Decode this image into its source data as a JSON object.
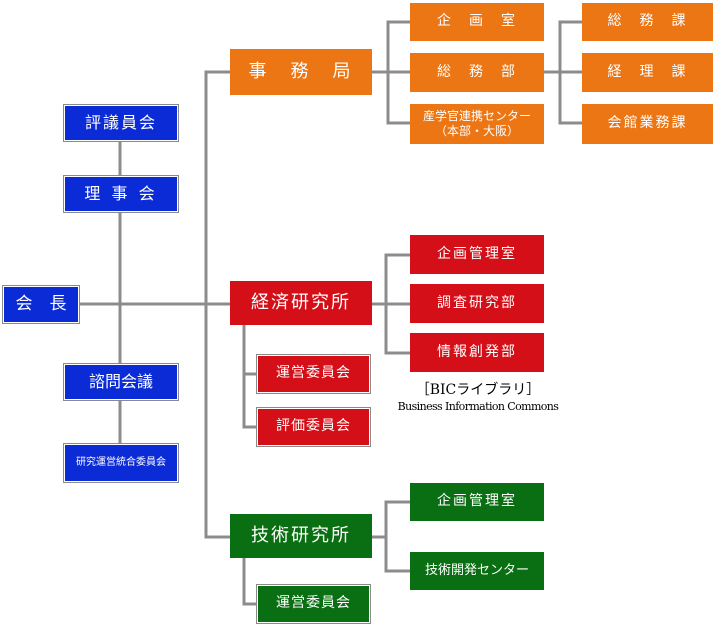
{
  "governance": {
    "council": "評議員会",
    "board": "理 事 会",
    "chairman": "会　長",
    "advisory": "諮問会議",
    "research_committee": "研究運営統合委員会"
  },
  "secretariat": {
    "label": "事　務　局",
    "planning": "企　画　室",
    "general_affairs": "総　務　部",
    "liaison": "産学官連携センター\n（本部・大阪）",
    "sections": [
      "総　務　課",
      "経　理　課",
      "会館業務課"
    ]
  },
  "economic_institute": {
    "label": "経済研究所",
    "departments": [
      "企画管理室",
      "調査研究部",
      "情報創発部"
    ],
    "committees": [
      "運営委員会",
      "評価委員会"
    ],
    "note_line1": "［BICライブラリ］",
    "note_line2": "Business Information Commons"
  },
  "technology_institute": {
    "label": "技術研究所",
    "departments": [
      "企画管理室",
      "技術開発センター"
    ],
    "committee": "運営委員会"
  },
  "colors": {
    "governance": "#0b2bd6",
    "secretariat": "#ec7514",
    "economic": "#d40f18",
    "technology": "#0a6e12",
    "connector": "#8c8c8c"
  }
}
